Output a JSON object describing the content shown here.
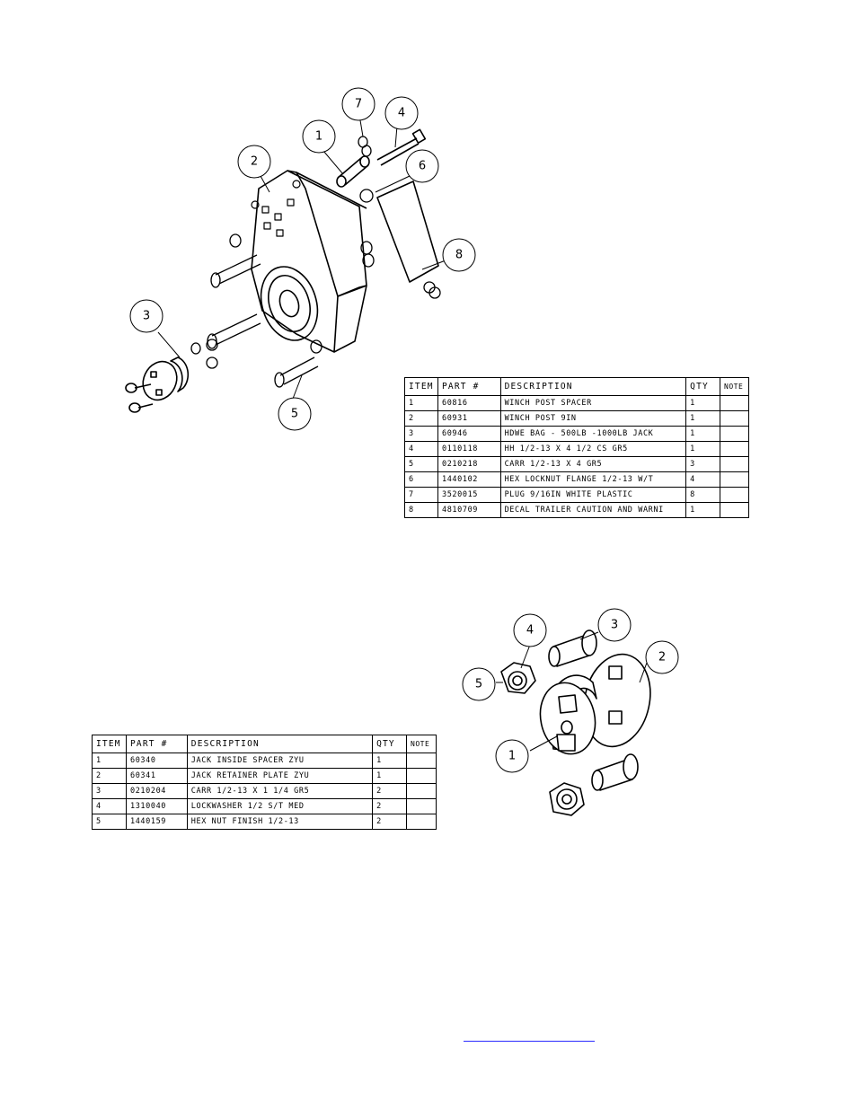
{
  "table1": {
    "headers": [
      "ITEM",
      "PART #",
      "DESCRIPTION",
      "QTY",
      "NOTE"
    ],
    "rows": [
      [
        "1",
        "60816",
        "WINCH POST SPACER",
        "1",
        ""
      ],
      [
        "2",
        "60931",
        "WINCH POST 9IN",
        "1",
        ""
      ],
      [
        "3",
        "60946",
        "HDWE BAG - 500LB -1000LB JACK",
        "1",
        ""
      ],
      [
        "4",
        "0110118",
        "HH 1/2-13 X 4 1/2 CS GR5",
        "1",
        ""
      ],
      [
        "5",
        "0210218",
        "CARR 1/2-13 X 4 GR5",
        "3",
        ""
      ],
      [
        "6",
        "1440102",
        "HEX LOCKNUT FLANGE 1/2-13 W/T",
        "4",
        ""
      ],
      [
        "7",
        "3520015",
        "PLUG   9/16IN WHITE PLASTIC",
        "8",
        ""
      ],
      [
        "8",
        "4810709",
        "DECAL TRAILER CAUTION AND WARNI",
        "1",
        ""
      ]
    ]
  },
  "table2": {
    "headers": [
      "ITEM",
      "PART #",
      "DESCRIPTION",
      "QTY",
      "NOTE"
    ],
    "rows": [
      [
        "1",
        "60340",
        "JACK INSIDE SPACER ZYU",
        "1",
        ""
      ],
      [
        "2",
        "60341",
        "JACK RETAINER PLATE ZYU",
        "1",
        ""
      ],
      [
        "3",
        "0210204",
        "CARR 1/2-13 X 1 1/4 GR5",
        "2",
        ""
      ],
      [
        "4",
        "1310040",
        "LOCKWASHER 1/2 S/T MED",
        "2",
        ""
      ],
      [
        "5",
        "1440159",
        "HEX NUT FINISH 1/2-13",
        "2",
        ""
      ]
    ]
  },
  "callouts_top": [
    "1",
    "2",
    "3",
    "4",
    "5",
    "6",
    "7",
    "8"
  ],
  "callouts_bottom": [
    "1",
    "2",
    "3",
    "4",
    "5"
  ],
  "colors": {
    "link_underline": "#2a2aff"
  }
}
